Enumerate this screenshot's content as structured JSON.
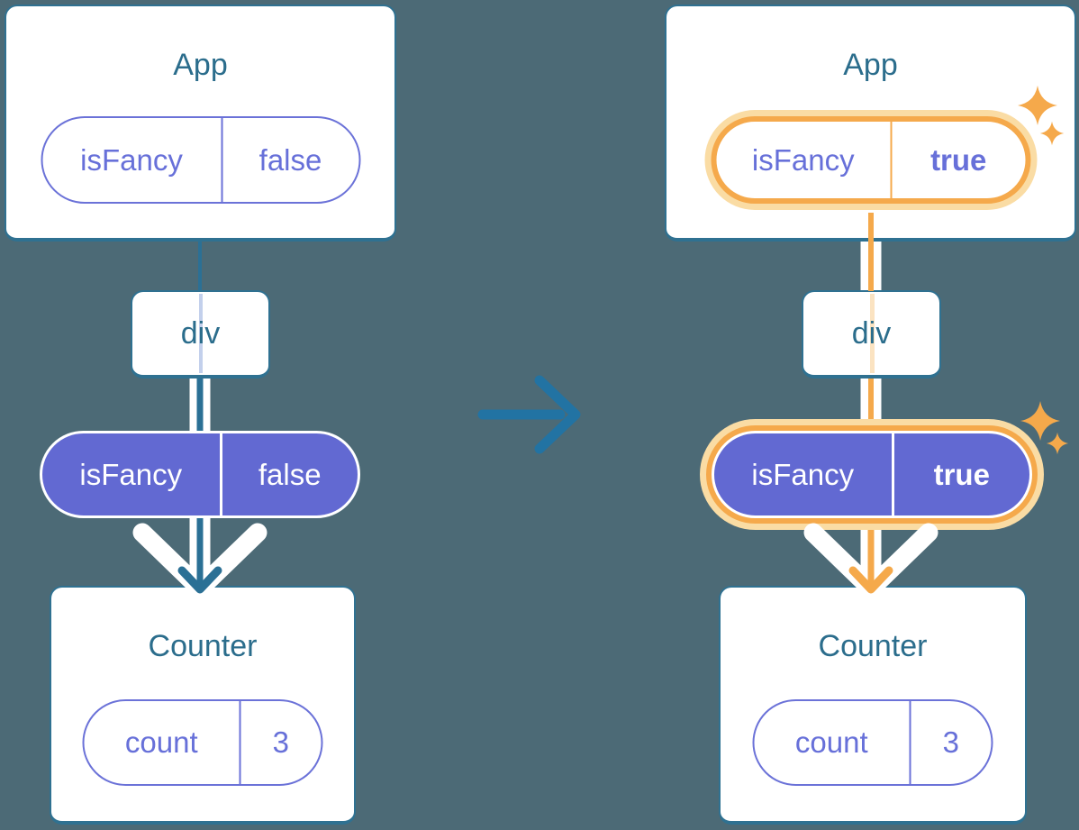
{
  "colors": {
    "background": "#4C6A76",
    "card-bg": "#FFFFFF",
    "title": "#2B6D8C",
    "card-border": "#2F7191",
    "purple": "#6269D2",
    "purple-border": "#6B72D8",
    "purple-text": "#6770D9",
    "teal-line": "#2B7095",
    "arrow-blue": "#2273A3",
    "orange": "#F5A94B",
    "orange-halo": "#FADCA4",
    "pass-blue": "#C3D0EC",
    "pass-orange": "#FBE3C1",
    "white": "#FFFFFF"
  },
  "left": {
    "app": {
      "title": "App",
      "prop_name": "isFancy",
      "prop_value": "false"
    },
    "div": {
      "label": "div"
    },
    "passed_prop": {
      "name": "isFancy",
      "value": "false"
    },
    "counter": {
      "title": "Counter",
      "state_name": "count",
      "state_value": "3"
    }
  },
  "right": {
    "app": {
      "title": "App",
      "prop_name": "isFancy",
      "prop_value": "true"
    },
    "div": {
      "label": "div"
    },
    "passed_prop": {
      "name": "isFancy",
      "value": "true"
    },
    "counter": {
      "title": "Counter",
      "state_name": "count",
      "state_value": "3"
    }
  },
  "icons": {
    "sparkle": "four-pointed star ✦",
    "transition_arrow": "right arrow →",
    "flow_arrow": "down arrow with white outline ↓"
  }
}
